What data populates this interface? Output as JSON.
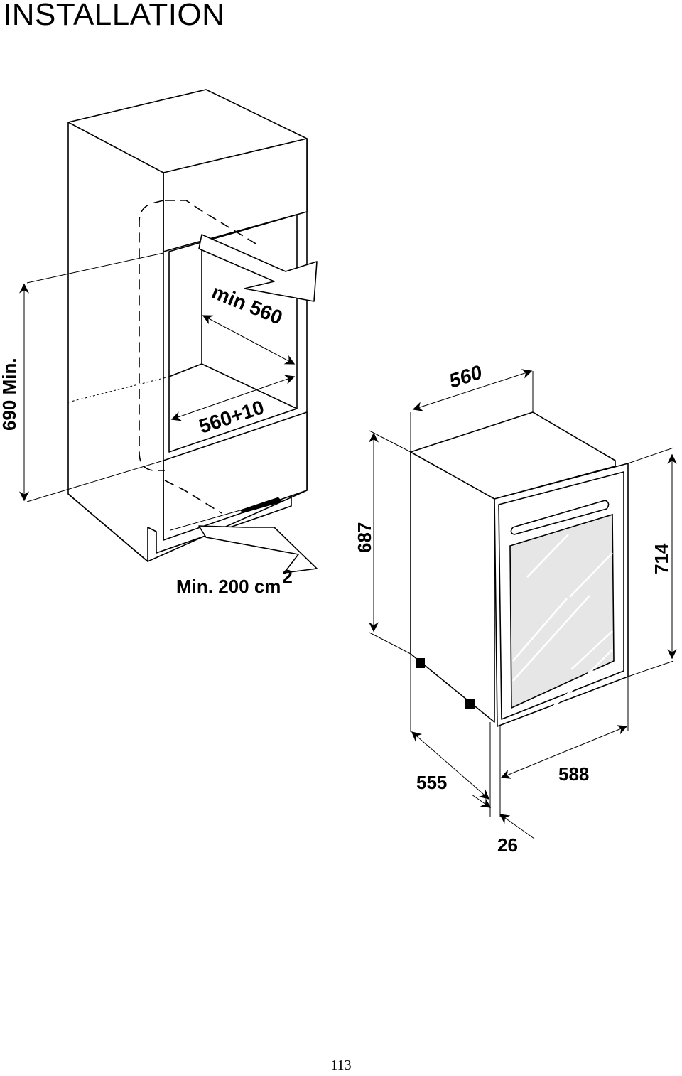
{
  "page": {
    "heading": "INSTALLATION",
    "page_number": "113"
  },
  "diagram": {
    "niche": {
      "height_label": "690 Min.",
      "depth_label": "min 560",
      "width_label": "560+10",
      "ventilation_label": "Min. 200 cm",
      "ventilation_superscript": "2"
    },
    "appliance": {
      "width_label": "560",
      "height_label": "687",
      "total_height_label": "714",
      "depth_label": "555",
      "door_open_label": "588",
      "door_thickness_label": "26"
    }
  }
}
